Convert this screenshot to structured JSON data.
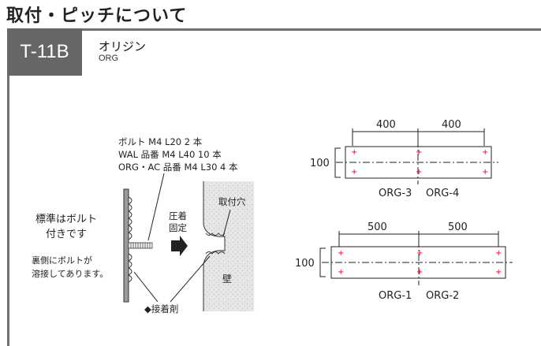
{
  "page_title": "取付・ピッチについて",
  "model_code": "T-11B",
  "series": {
    "name": "オリジン",
    "sub": "ORG"
  },
  "bolt_note": {
    "line1": "ボルト M4 L20 2 本",
    "line2": "WAL 品番 M4 L40 10 本",
    "line3": "ORG・AC 品番 M4 L30 4 本"
  },
  "standard_bolt": {
    "line1": "標準はボルト",
    "line2": "付きです"
  },
  "welded_note": {
    "line1": "裏側にボルトが",
    "line2": "溶接してあります。"
  },
  "press_label": {
    "line1": "圧着",
    "line2": "固定"
  },
  "hole_label": "取付穴",
  "wall_label": "壁",
  "adhesive_label": "◆接着剤",
  "top_plan": {
    "dim_left": "400",
    "dim_right": "400",
    "height": "100",
    "label_left": "ORG-3",
    "label_right": "ORG-4"
  },
  "bottom_plan": {
    "dim_left": "500",
    "dim_right": "500",
    "height": "100",
    "label_left": "ORG-1",
    "label_right": "ORG-2"
  },
  "colors": {
    "tab_bg": "#666666",
    "panel_border": "#707070",
    "mark_red": "#e8001c",
    "wall_fill": "#e6e6e6",
    "plate_fill": "#9a9a9a"
  }
}
